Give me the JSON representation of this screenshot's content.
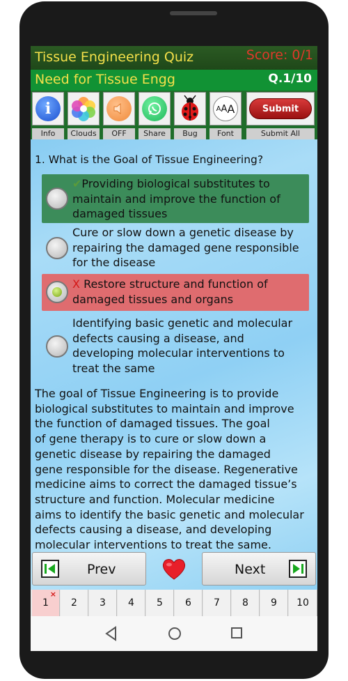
{
  "header": {
    "app_title": "Tissue Engineering Quiz",
    "score": "Score: 0/1",
    "chapter": "Need for Tissue Engg",
    "question_number": "Q.1/10"
  },
  "toolbar": {
    "items": [
      {
        "label": "Info",
        "icon": "info-icon"
      },
      {
        "label": "Clouds",
        "icon": "clouds-icon"
      },
      {
        "label": "OFF",
        "icon": "speaker-icon"
      },
      {
        "label": "Share",
        "icon": "whatsapp-icon"
      },
      {
        "label": "Bug",
        "icon": "ladybug-icon"
      },
      {
        "label": "Font",
        "icon": "font-size-icon",
        "glyph": "AAA"
      }
    ],
    "submit_button": "Submit",
    "submit_all_label": "Submit All"
  },
  "question": {
    "text": "1. What is the Goal of Tissue Engineering?",
    "options": [
      {
        "lines": [
          "Providing biological substitutes to",
          "maintain and improve the function of",
          "damaged tissues"
        ],
        "state": "correct",
        "mark": "✔"
      },
      {
        "lines": [
          "Cure or slow down a genetic disease by",
          "repairing the damaged gene responsible",
          "for the disease"
        ],
        "state": "none",
        "mark": ""
      },
      {
        "lines": [
          "Restore structure and function of",
          "damaged tissues and organs"
        ],
        "state": "wrong-selected",
        "mark": "X"
      },
      {
        "lines": [
          "Identifying basic genetic and molecular",
          "defects causing a disease, and",
          "developing molecular interventions to",
          "treat the same"
        ],
        "state": "none",
        "mark": ""
      }
    ],
    "colors": {
      "correct": "#2e8b57",
      "wrong": "#e06b6b"
    }
  },
  "explanation": {
    "lines": [
      "The goal of Tissue Engineering is to provide",
      "biological substitutes to maintain and improve",
      "the function of damaged tissues. The goal",
      "of gene therapy is to cure or slow down a",
      "genetic disease by repairing the damaged",
      "gene responsible for the disease. Regenerative",
      "medicine aims to correct the damaged tissue’s",
      "structure and function. Molecular medicine",
      "aims to identify the basic genetic and molecular",
      "defects causing a disease, and developing",
      "molecular interventions to treat the same."
    ]
  },
  "navigation": {
    "prev_label": "Prev",
    "next_label": "Next",
    "favorite_icon": "heart-icon"
  },
  "pager": {
    "pages": [
      "1",
      "2",
      "3",
      "4",
      "5",
      "6",
      "7",
      "8",
      "9",
      "10"
    ],
    "active_index": 0,
    "active_mark": "×"
  },
  "system_nav": {
    "icons": [
      "back-icon",
      "home-icon",
      "recents-icon"
    ]
  }
}
